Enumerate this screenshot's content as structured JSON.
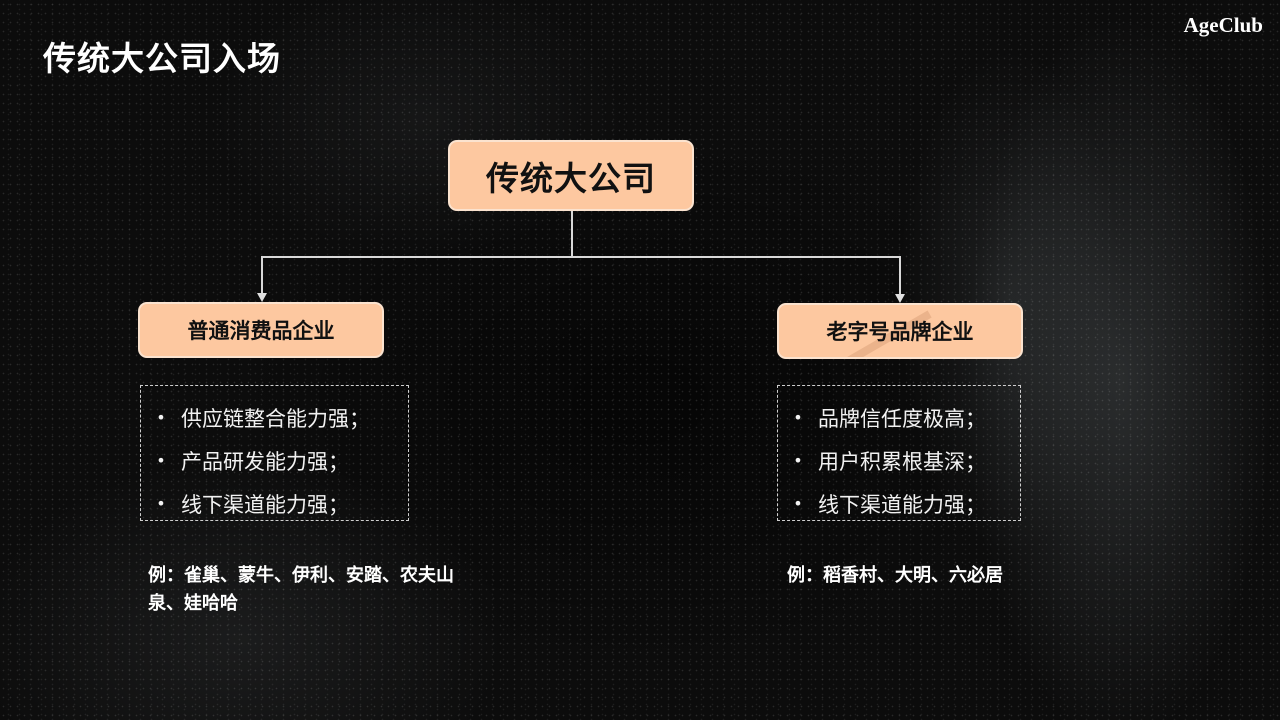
{
  "slide": {
    "title": "传统大公司入场",
    "brand": "AgeClub"
  },
  "diagram": {
    "root": {
      "label": "传统大公司"
    },
    "children": [
      {
        "label": "普通消费品企业",
        "traits": [
          "供应链整合能力强；",
          "产品研发能力强；",
          "线下渠道能力强；"
        ],
        "example": "例：雀巢、蒙牛、伊利、安踏、农夫山泉、娃哈哈"
      },
      {
        "label": "老字号品牌企业",
        "traits": [
          "品牌信任度极高；",
          "用户积累根基深；",
          "线下渠道能力强；"
        ],
        "example": "例：稻香村、大明、六必居"
      }
    ],
    "bullet": "•"
  },
  "colors": {
    "background": "#0c0c0c",
    "node_fill": "#fdc8a0",
    "node_text": "#111111",
    "text": "#ffffff",
    "connector": "#d8d8d8"
  }
}
